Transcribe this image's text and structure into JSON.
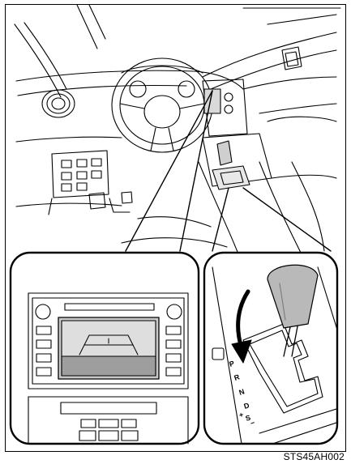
{
  "figure": {
    "code": "STS45AH002",
    "gear_letters": [
      "P",
      "R",
      "N",
      "D",
      "S",
      "+",
      "−"
    ]
  }
}
